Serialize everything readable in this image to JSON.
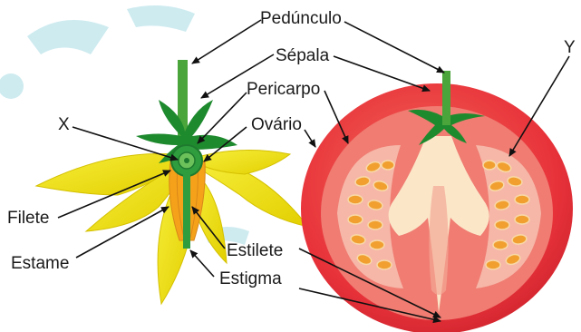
{
  "labels": {
    "peduncle": "Pedúnculo",
    "sepal": "Sépala",
    "pericarp": "Pericarpo",
    "ovary": "Ovário",
    "x": "X",
    "y": "Y",
    "filament": "Filete",
    "stamen": "Estame",
    "style": "Estilete",
    "stigma": "Estigma"
  },
  "colors": {
    "petal": "#f2e200",
    "petal_shade": "#d8c400",
    "stamen_orange": "#f5a21a",
    "stem_green": "#4aa53a",
    "sepal_dark": "#1e8a2e",
    "ovary_green": "#2f9c3e",
    "tomato_red": "#e8323a",
    "tomato_inner": "#f07c72",
    "locule": "#f6b7a8",
    "seed": "#f1a030",
    "placenta": "#fbe6c8",
    "watermark": "#4fb7c9"
  }
}
